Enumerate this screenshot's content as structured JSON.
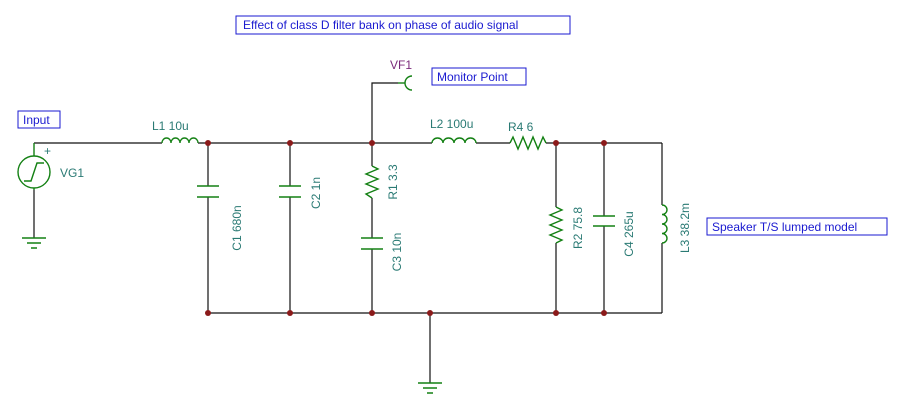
{
  "title": "Effect of class D filter bank on phase of audio signal",
  "annotations": {
    "input": "Input",
    "monitor": "Monitor Point",
    "speaker": "Speaker T/S lumped model"
  },
  "probe": {
    "name": "VF1"
  },
  "source": {
    "name": "VG1",
    "plus": "+"
  },
  "components": {
    "L1": "L1 10u",
    "C1": "C1 680n",
    "C2": "C2 1n",
    "R1": "R1 3.3",
    "C3": "C3 10n",
    "L2": "L2 100u",
    "R4": "R4 6",
    "R2": "R2 75.8",
    "C4": "C4 265u",
    "L3": "L3 38.2m"
  },
  "colors": {
    "wire": "#111111",
    "component": "#138013",
    "component_label": "#2a7a74",
    "node": "#8b1a1a",
    "annotation": "#1a1ad0",
    "probe": "#7a2a7a"
  }
}
